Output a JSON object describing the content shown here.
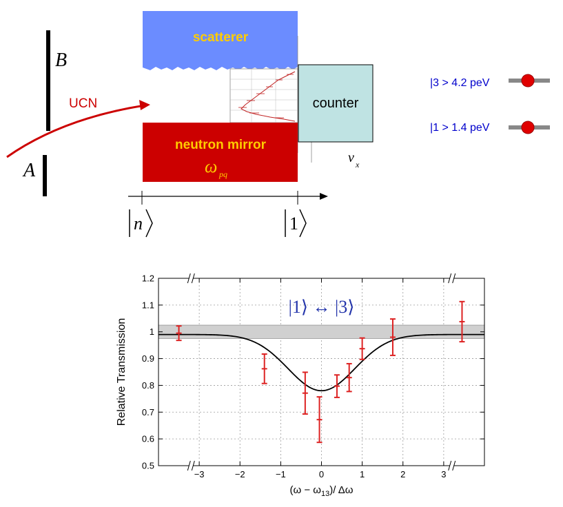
{
  "schematic": {
    "scatterer_label": "scatterer",
    "mirror_label": "neutron mirror",
    "mirror_symbol": "ω",
    "mirror_symbol_sub": "pq",
    "counter_label": "counter",
    "velocity_symbol": "v",
    "velocity_sub": "x",
    "ucn_label": "UCN",
    "label_A": "A",
    "label_B": "B",
    "ket_n": "n",
    "ket_1": "1",
    "level_3": "|3 > 4.2 peV",
    "level_1": "|1 > 1.4 peV",
    "colors": {
      "scatterer": "#6b8cff",
      "mirror": "#cc0000",
      "counter": "#bfe3e3",
      "label_text": "#ffcc00",
      "ucn": "#cc0000",
      "level_text": "#0000cc",
      "marker": "#e00000",
      "bar": "#888888"
    }
  },
  "chart_data": {
    "type": "scatter",
    "title": "|1⟩ ↔ |3⟩",
    "xlabel": "(ω − ω",
    "xlabel_sub": "13",
    "xlabel_tail": ")/ Δω",
    "ylabel": "Relative Transmission",
    "xlim": [
      -4,
      4
    ],
    "ylim": [
      0.5,
      1.2
    ],
    "grid": true,
    "x_ticks": [
      -3,
      -2,
      -1,
      0,
      1,
      2,
      3
    ],
    "x_tick_labels": [
      "−3",
      "−2",
      "−1",
      "0",
      "1",
      "2",
      "3"
    ],
    "y_ticks": [
      0.5,
      0.6,
      0.7,
      0.8,
      0.9,
      1.0,
      1.1,
      1.2
    ],
    "y_tick_labels": [
      "0.5",
      "0.6",
      "0.7",
      "0.8",
      "0.9",
      "1",
      "1.1",
      "1.2"
    ],
    "axis_breaks_x": [
      -3.2,
      3.2
    ],
    "band": {
      "y_low": 0.975,
      "y_high": 1.025,
      "color": "#d0d0d0"
    },
    "points": [
      {
        "x": -3.5,
        "y": 0.995,
        "err": 0.027
      },
      {
        "x": -1.4,
        "y": 0.862,
        "err": 0.055
      },
      {
        "x": -0.4,
        "y": 0.771,
        "err": 0.078
      },
      {
        "x": -0.05,
        "y": 0.672,
        "err": 0.085
      },
      {
        "x": 0.38,
        "y": 0.797,
        "err": 0.042
      },
      {
        "x": 0.68,
        "y": 0.829,
        "err": 0.052
      },
      {
        "x": 1.0,
        "y": 0.937,
        "err": 0.04
      },
      {
        "x": 1.75,
        "y": 0.98,
        "err": 0.068
      },
      {
        "x": 3.45,
        "y": 1.038,
        "err": 0.075
      }
    ],
    "fit": {
      "baseline": 0.99,
      "depth": 0.21,
      "center": 0.0,
      "width": 0.82
    },
    "colors": {
      "points": "#dd2222",
      "fit": "#000000",
      "grid": "#999999"
    }
  }
}
